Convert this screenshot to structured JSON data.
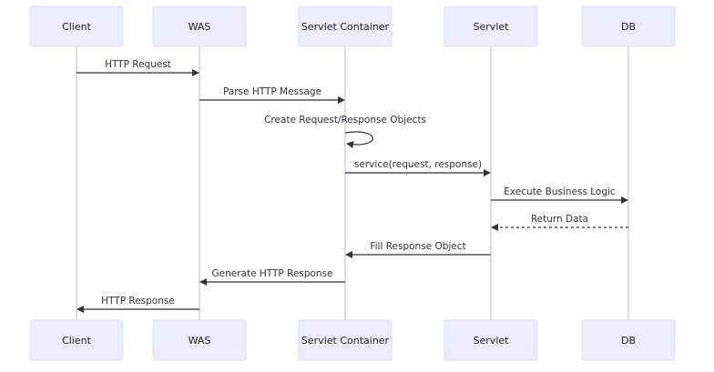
{
  "actors": [
    {
      "id": "client",
      "label": "Client"
    },
    {
      "id": "was",
      "label": "WAS"
    },
    {
      "id": "container",
      "label": "Servlet Container"
    },
    {
      "id": "servlet",
      "label": "Servlet"
    },
    {
      "id": "db",
      "label": "DB"
    }
  ],
  "messages": [
    {
      "from": "client",
      "to": "was",
      "label": "HTTP Request",
      "style": "solid"
    },
    {
      "from": "was",
      "to": "container",
      "label": "Parse HTTP Message",
      "style": "solid"
    },
    {
      "from": "container",
      "to": "container",
      "label": "Create Request/Response Objects",
      "style": "solid"
    },
    {
      "from": "container",
      "to": "servlet",
      "label": "service(request, response)",
      "style": "solid"
    },
    {
      "from": "servlet",
      "to": "db",
      "label": "Execute Business Logic",
      "style": "solid"
    },
    {
      "from": "db",
      "to": "servlet",
      "label": "Return Data",
      "style": "dashed"
    },
    {
      "from": "servlet",
      "to": "container",
      "label": "Fill Response Object",
      "style": "solid"
    },
    {
      "from": "container",
      "to": "was",
      "label": "Generate HTTP Response",
      "style": "solid"
    },
    {
      "from": "was",
      "to": "client",
      "label": "HTTP Response",
      "style": "solid"
    }
  ]
}
